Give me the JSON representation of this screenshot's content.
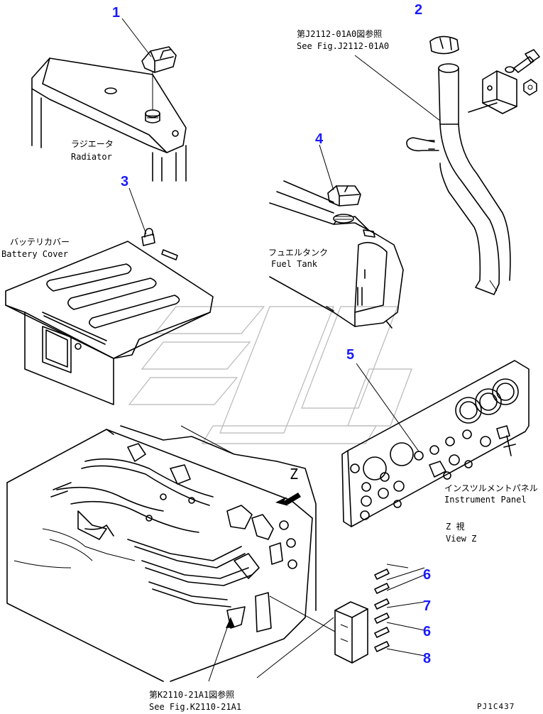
{
  "callouts": [
    "1",
    "2",
    "3",
    "4",
    "5",
    "6",
    "7",
    "6",
    "8"
  ],
  "labels": {
    "radiator_jp": "ラジエータ",
    "radiator_en": "Radiator",
    "battery_jp": "バッテリカバー",
    "battery_en": "Battery Cover",
    "fuel_jp": "フュエルタンク",
    "fuel_en": "Fuel Tank",
    "panel_jp": "インスツルメントパネル",
    "panel_en": "Instrument Panel",
    "view_jp": "Z  視",
    "view_en": "View Z",
    "z_marker": "Z",
    "ref1_jp": "第J2112-01A0図参照",
    "ref1_en": "See Fig.J2112-01A0",
    "ref2_jp": "第K2110-21A1図参照",
    "ref2_en": "See Fig.K2110-21A1"
  },
  "drawing_code": "PJ1C437",
  "colors": {
    "callout": "#1a1aff",
    "line": "#000000",
    "watermark": "#b8b8b8"
  }
}
